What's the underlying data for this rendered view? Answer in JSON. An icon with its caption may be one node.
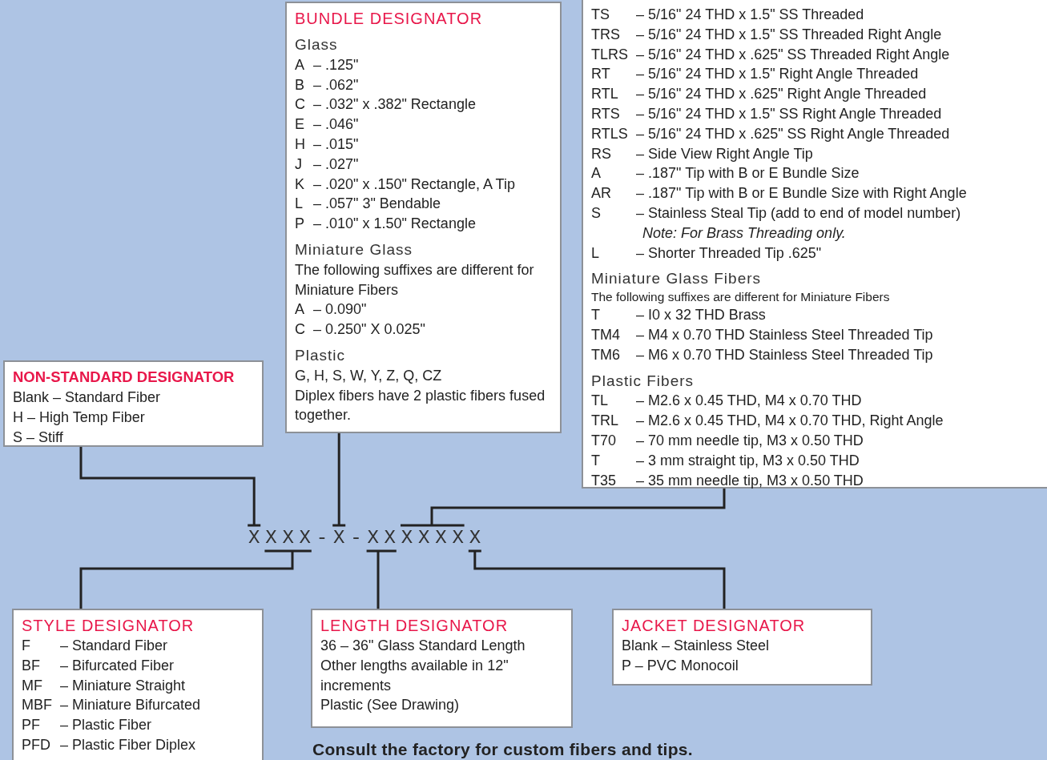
{
  "diagram": {
    "nodes": [
      {
        "text": [
          "NON-STANDARD DESIGNATOR",
          "Blank – Standard Fiber",
          "H – High Temp Fiber",
          "S – Stiff"
        ]
      },
      {
        "text": [
          "BUNDLE DESIGNATOR",
          "Glass",
          "A",
          "– .125\"",
          "B",
          "– .062\"",
          "C",
          "– .032\" x .382\" Rectangle",
          "E",
          "– .046\"",
          "H",
          "– .015\"",
          "J",
          "– .027\"",
          "K",
          "– .020\" x .150\" Rectangle, A Tip",
          "L",
          "– .057\" 3\" Bendable",
          "P",
          "– .010\" x 1.50\" Rectangle",
          "Miniature Glass",
          "The following suffixes are different for Miniature Fibers",
          "A",
          "– 0.090\"",
          "C",
          "– 0.250\" X 0.025\"",
          "Plastic",
          "G, H, S, W, Y, Z, Q, CZ",
          "Diplex fibers have 2 plastic fibers fused together."
        ]
      },
      {
        "text": [
          "TS",
          "– 5/16\" 24 THD x 1.5\" SS Threaded",
          "TRS",
          "– 5/16\" 24 THD x 1.5\" SS Threaded Right Angle",
          "TLRS",
          "– 5/16\" 24 THD x .625\" SS Threaded Right Angle",
          "RT",
          "– 5/16\" 24 THD x 1.5\" Right Angle Threaded",
          "RTL",
          "– 5/16\" 24 THD x .625\" Right Angle Threaded",
          "RTS",
          "– 5/16\" 24 THD x 1.5\" SS Right Angle Threaded",
          "RTLS",
          "– 5/16\" 24 THD x .625\" SS Right Angle Threaded",
          "RS",
          "– Side View Right Angle Tip",
          "A",
          "– .187\" Tip with B or E Bundle Size",
          "AR",
          "– .187\" Tip with B or E Bundle Size with Right Angle",
          "S",
          "– Stainless Steal Tip (add to end of model number)",
          "Note: For Brass Threading only.",
          "L",
          "– Shorter Threaded Tip .625\"",
          "Miniature Glass Fibers",
          "The following suffixes are different for Miniature Fibers",
          "T",
          "– I0 x 32 THD Brass",
          "TM4",
          "– M4 x 0.70 THD Stainless Steel Threaded Tip",
          "TM6",
          "– M6 x 0.70 THD Stainless Steel Threaded Tip",
          "Plastic Fibers",
          "TL",
          "– M2.6 x 0.45 THD, M4 x 0.70 THD",
          "TRL",
          "– M2.6 x 0.45 THD, M4 x 0.70 THD, Right Angle",
          "T70",
          "– 70 mm needle tip, M3 x 0.50 THD",
          "T",
          "– 3 mm straight tip, M3 x 0.50 THD",
          "T35",
          "– 35 mm needle tip, M3 x 0.50 THD"
        ]
      },
      {
        "text": [
          "XXXX-X-XXXXXXX"
        ]
      },
      {
        "text": [
          "STYLE DESIGNATOR",
          "F",
          "– Standard Fiber",
          "BF",
          "– Bifurcated Fiber",
          "MF",
          "– Miniature Straight",
          "MBF",
          "– Miniature Bifurcated",
          "PF",
          "– Plastic Fiber",
          "PFD",
          "– Plastic Fiber Diplex"
        ]
      },
      {
        "text": [
          "LENGTH DESIGNATOR",
          "36 – 36\" Glass Standard Length",
          "Other lengths available in 12\" increments",
          "Plastic (See Drawing)"
        ]
      },
      {
        "text": [
          "JACKET DESIGNATOR",
          "Blank – Stainless Steel",
          "P – PVC Monocoil"
        ]
      }
    ],
    "edges": [
      {
        "from": 0,
        "to": 3,
        "arrow": "none"
      },
      {
        "from": 1,
        "to": 3,
        "arrow": "none"
      },
      {
        "from": 2,
        "to": 3,
        "arrow": "none"
      },
      {
        "from": 4,
        "to": 3,
        "arrow": "none"
      },
      {
        "from": 5,
        "to": 3,
        "arrow": "none"
      },
      {
        "from": 6,
        "to": 3,
        "arrow": "none"
      }
    ],
    "labels": [
      "Consult the factory for custom fibers and tips."
    ]
  }
}
